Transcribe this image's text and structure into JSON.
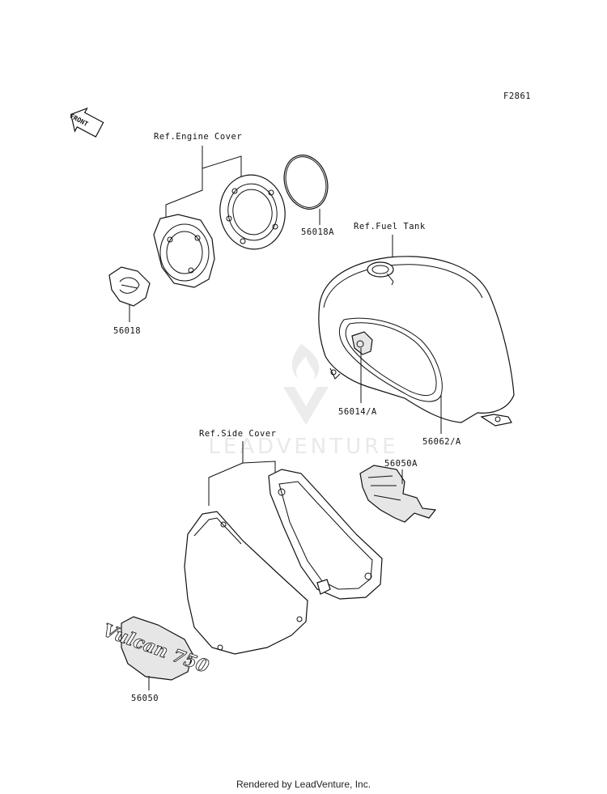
{
  "diagram": {
    "figure_id": "F2861",
    "front_marker": "FRONT",
    "watermark": "LEADVENTURE",
    "references": {
      "engine_cover": "Ref.Engine Cover",
      "fuel_tank": "Ref.Fuel Tank",
      "side_cover": "Ref.Side Cover"
    },
    "parts": [
      {
        "id": "p1",
        "number": "56018A",
        "description": "O-ring seal"
      },
      {
        "id": "p2",
        "number": "56018",
        "description": "Engine cover emblem"
      },
      {
        "id": "p3",
        "number": "56014/A",
        "description": "Tank emblem"
      },
      {
        "id": "p4",
        "number": "56062/A",
        "description": "Tank panel decal"
      },
      {
        "id": "p5",
        "number": "56050A",
        "description": "Side cover decal"
      },
      {
        "id": "p6",
        "number": "56050",
        "description": "Vulcan 750 emblem"
      }
    ],
    "emblem_text": "Vulcan 750"
  },
  "footer": "Rendered by LeadVenture, Inc."
}
